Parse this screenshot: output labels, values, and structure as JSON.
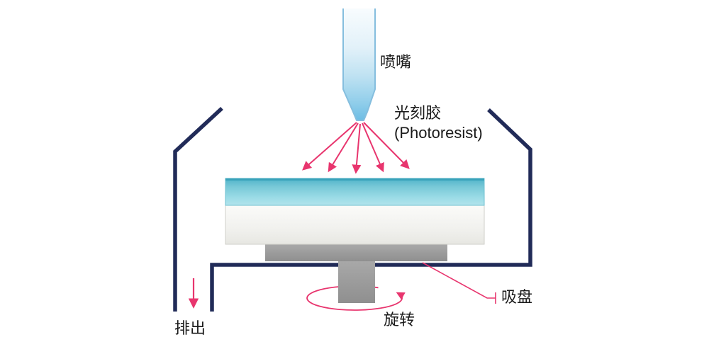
{
  "diagram": {
    "title_implicit": "spin-coating-photoresist-process",
    "labels": {
      "nozzle": "喷嘴",
      "photoresist_line1": "光刻胶",
      "photoresist_line2": "(Photoresist)",
      "chuck": "吸盘",
      "rotation": "旋转",
      "drain": "排出"
    },
    "colors": {
      "outline_navy": "#212b58",
      "spray_pink": "#e8356e",
      "resist_teal": "#74c6d6",
      "resist_teal_dark": "#4fb3c9",
      "nozzle_blue": "#6dbde4",
      "nozzle_outline": "#85bede",
      "chuck_gray": "#9e9e9e",
      "wafer_white": "#f3f3f1",
      "text": "#1a1a1a"
    }
  }
}
